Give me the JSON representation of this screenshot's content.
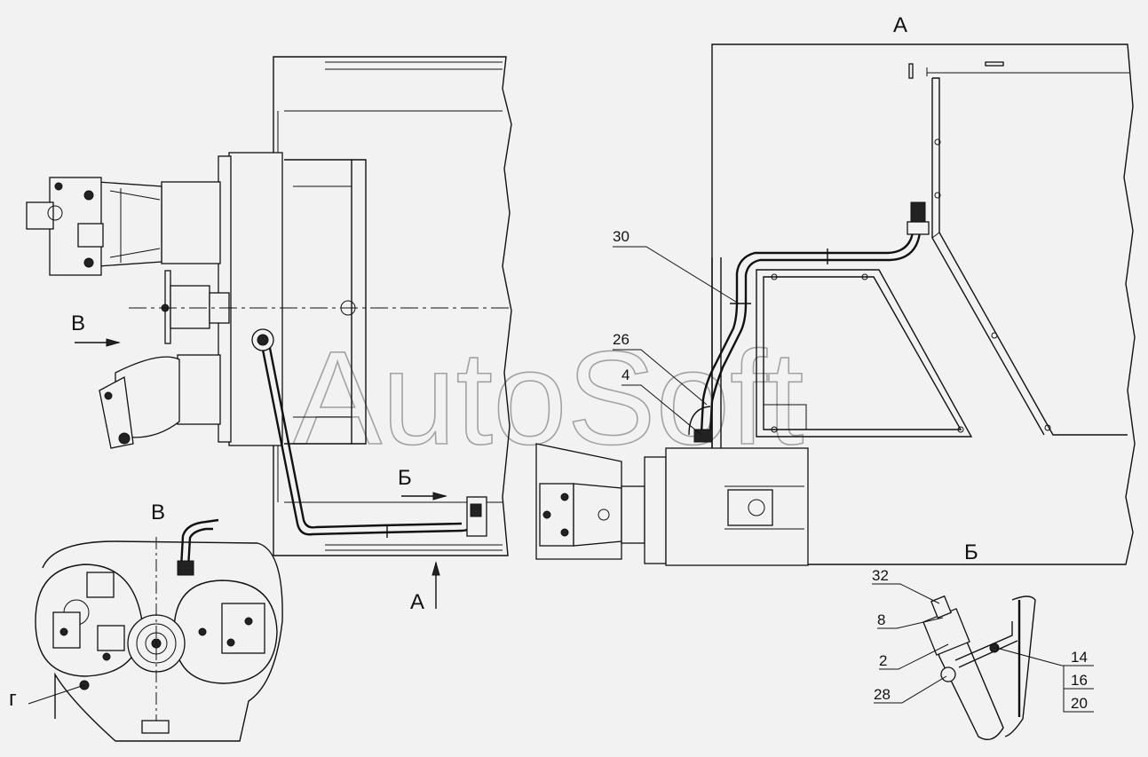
{
  "view_labels": {
    "view_a_title": "А",
    "view_b_title": "Б",
    "view_v_title": "В",
    "arrow_v": "В",
    "arrow_b": "Б",
    "arrow_a": "А",
    "detail_g": "г"
  },
  "callouts": {
    "c30": "30",
    "c26": "26",
    "c4": "4",
    "c32": "32",
    "c8": "8",
    "c2": "2",
    "c28": "28",
    "c14": "14",
    "c16": "16",
    "c20": "20"
  },
  "watermark": "AutoSoft"
}
